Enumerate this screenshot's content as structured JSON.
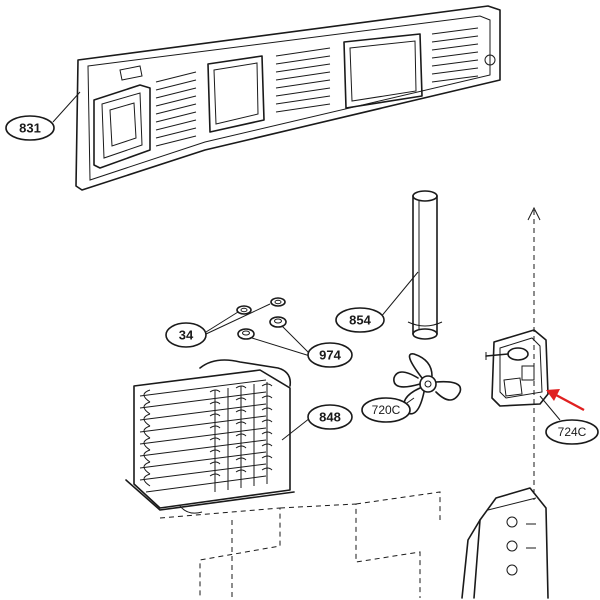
{
  "parts": [
    {
      "id": "panel",
      "label": "831"
    },
    {
      "id": "shaft",
      "label": "854"
    },
    {
      "id": "washers",
      "label": "34"
    },
    {
      "id": "grommets",
      "label": "974"
    },
    {
      "id": "evaporator",
      "label": "848"
    },
    {
      "id": "fan-blade",
      "label": "720C"
    },
    {
      "id": "fan-motor",
      "label": "724C"
    }
  ],
  "colors": {
    "line": "#1a1a1a",
    "pointer_arrow": "#e02020",
    "background": "#ffffff"
  }
}
